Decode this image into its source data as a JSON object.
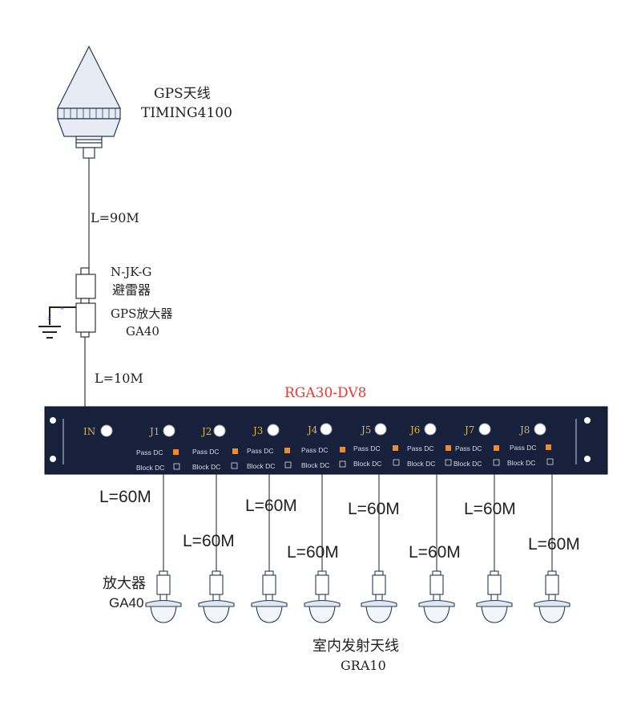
{
  "gps_antenna": {
    "label": "GPS天线",
    "model": "TIMING4100"
  },
  "cable_top": "L=90M",
  "surge_protector": {
    "model": "N-JK-G",
    "label": "避雷器"
  },
  "amplifier_top": {
    "label": "GPS放大器",
    "model": "GA40"
  },
  "cable_mid": "L=10M",
  "splitter": {
    "model": "RGA30-DV8",
    "input_label": "IN",
    "ports": [
      "J1",
      "J2",
      "J3",
      "J4",
      "J5",
      "J6",
      "J7",
      "J8"
    ],
    "pass_dc": "Pass DC",
    "block_dc": "Block DC",
    "colors": {
      "body": "#17213b",
      "port_text": "#d7b34a",
      "indicator": "#f08a2c",
      "model": "#e53935"
    }
  },
  "branch_cables": [
    "L=60M",
    "L=60M",
    "L=60M",
    "L=60M",
    "L=60M",
    "L=60M",
    "L=60M",
    "L=60M"
  ],
  "amplifier_bottom": {
    "label": "放大器",
    "model": "GA40"
  },
  "indoor_antenna": {
    "label": "室内发射天线",
    "model": "GRA10"
  }
}
